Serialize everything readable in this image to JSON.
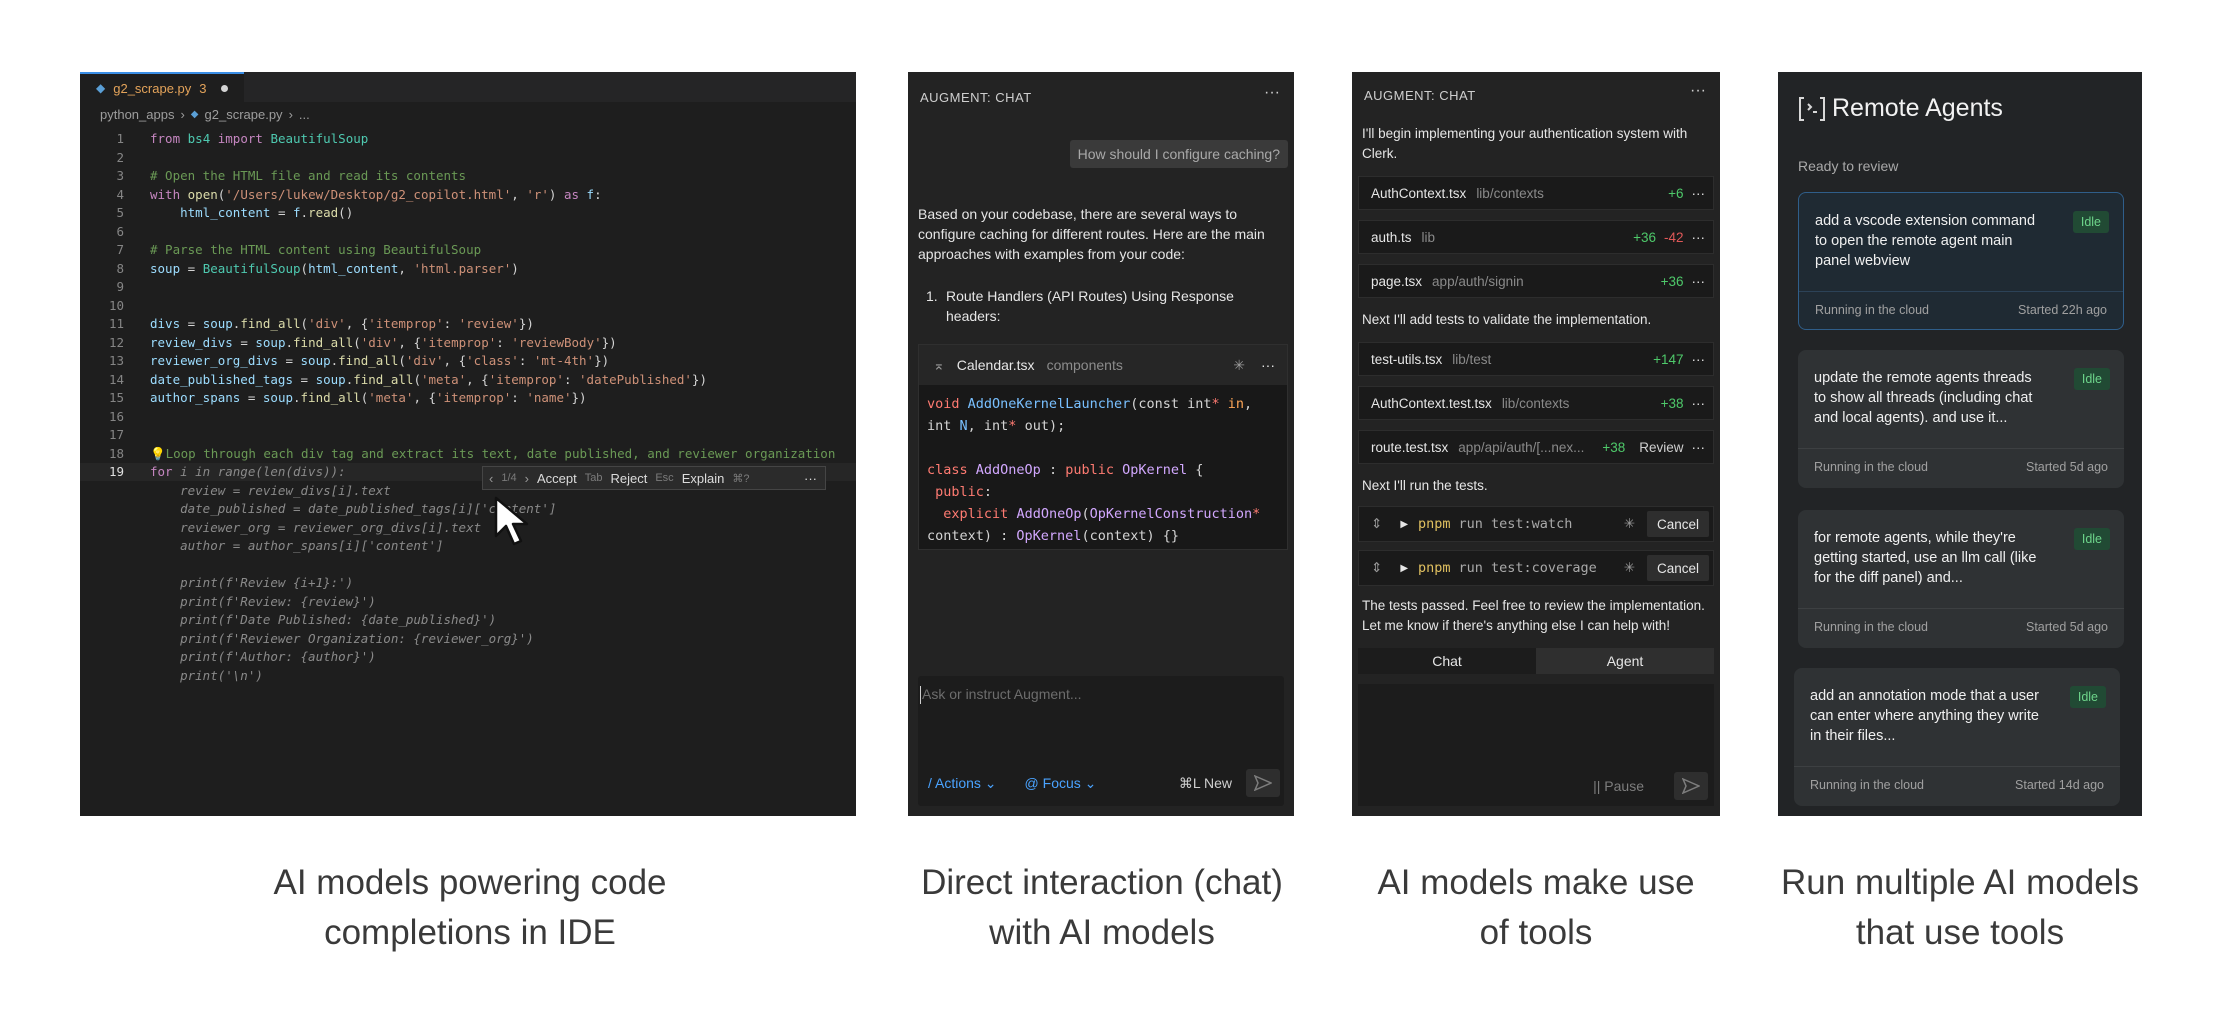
{
  "ide": {
    "tab": "g2_scrape.py",
    "tab_badge": "3",
    "breadcrumb": [
      "python_apps",
      "g2_scrape.py",
      "..."
    ],
    "lines": [
      {
        "n": "1",
        "segs": [
          [
            "kw",
            "from "
          ],
          [
            "cls",
            "bs4"
          ],
          [
            "kw",
            " import "
          ],
          [
            "cls",
            "BeautifulSoup"
          ]
        ]
      },
      {
        "n": "2",
        "segs": []
      },
      {
        "n": "3",
        "segs": [
          [
            "com",
            "# Open the HTML file and read its contents"
          ]
        ]
      },
      {
        "n": "4",
        "segs": [
          [
            "kw",
            "with "
          ],
          [
            "fn",
            "open"
          ],
          [
            "",
            "("
          ],
          [
            "str",
            "'/Users/lukew/Desktop/g2_copilot.html'"
          ],
          [
            "",
            ", "
          ],
          [
            "str",
            "'r'"
          ],
          [
            "",
            ") "
          ],
          [
            "kw",
            "as "
          ],
          [
            "var",
            "f"
          ],
          [
            "",
            ":"
          ]
        ]
      },
      {
        "n": "5",
        "segs": [
          [
            "",
            "    "
          ],
          [
            "var",
            "html_content"
          ],
          [
            "",
            " = "
          ],
          [
            "var",
            "f"
          ],
          [
            "",
            "."
          ],
          [
            "fn",
            "read"
          ],
          [
            "",
            "()"
          ]
        ]
      },
      {
        "n": "6",
        "segs": []
      },
      {
        "n": "7",
        "segs": [
          [
            "com",
            "# Parse the HTML content using BeautifulSoup"
          ]
        ]
      },
      {
        "n": "8",
        "segs": [
          [
            "var",
            "soup"
          ],
          [
            "",
            " = "
          ],
          [
            "cls",
            "BeautifulSoup"
          ],
          [
            "",
            "("
          ],
          [
            "var",
            "html_content"
          ],
          [
            "",
            ", "
          ],
          [
            "str",
            "'html.parser'"
          ],
          [
            "",
            ")"
          ]
        ]
      },
      {
        "n": "9",
        "segs": []
      },
      {
        "n": "10",
        "segs": []
      },
      {
        "n": "11",
        "segs": [
          [
            "var",
            "divs"
          ],
          [
            "",
            " = "
          ],
          [
            "var",
            "soup"
          ],
          [
            "",
            "."
          ],
          [
            "fn",
            "find_all"
          ],
          [
            "",
            "("
          ],
          [
            "str",
            "'div'"
          ],
          [
            "",
            ", {"
          ],
          [
            "str",
            "'itemprop'"
          ],
          [
            "",
            ": "
          ],
          [
            "str",
            "'review'"
          ],
          [
            "",
            "})"
          ]
        ]
      },
      {
        "n": "12",
        "segs": [
          [
            "var",
            "review_divs"
          ],
          [
            "",
            " = "
          ],
          [
            "var",
            "soup"
          ],
          [
            "",
            "."
          ],
          [
            "fn",
            "find_all"
          ],
          [
            "",
            "("
          ],
          [
            "str",
            "'div'"
          ],
          [
            "",
            ", {"
          ],
          [
            "str",
            "'itemprop'"
          ],
          [
            "",
            ": "
          ],
          [
            "str",
            "'reviewBody'"
          ],
          [
            "",
            "})"
          ]
        ]
      },
      {
        "n": "13",
        "segs": [
          [
            "var",
            "reviewer_org_divs"
          ],
          [
            "",
            " = "
          ],
          [
            "var",
            "soup"
          ],
          [
            "",
            "."
          ],
          [
            "fn",
            "find_all"
          ],
          [
            "",
            "("
          ],
          [
            "str",
            "'div'"
          ],
          [
            "",
            ", {"
          ],
          [
            "str",
            "'class'"
          ],
          [
            "",
            ": "
          ],
          [
            "str",
            "'mt-4th'"
          ],
          [
            "",
            "})"
          ]
        ]
      },
      {
        "n": "14",
        "segs": [
          [
            "var",
            "date_published_tags"
          ],
          [
            "",
            " = "
          ],
          [
            "var",
            "soup"
          ],
          [
            "",
            "."
          ],
          [
            "fn",
            "find_all"
          ],
          [
            "",
            "("
          ],
          [
            "str",
            "'meta'"
          ],
          [
            "",
            ", {"
          ],
          [
            "str",
            "'itemprop'"
          ],
          [
            "",
            ": "
          ],
          [
            "str",
            "'datePublished'"
          ],
          [
            "",
            "})"
          ]
        ]
      },
      {
        "n": "15",
        "segs": [
          [
            "var",
            "author_spans"
          ],
          [
            "",
            " = "
          ],
          [
            "var",
            "soup"
          ],
          [
            "",
            "."
          ],
          [
            "fn",
            "find_all"
          ],
          [
            "",
            "("
          ],
          [
            "str",
            "'meta'"
          ],
          [
            "",
            ", {"
          ],
          [
            "str",
            "'itemprop'"
          ],
          [
            "",
            ": "
          ],
          [
            "str",
            "'name'"
          ],
          [
            "",
            "})"
          ]
        ]
      },
      {
        "n": "16",
        "segs": []
      },
      {
        "n": "17",
        "segs": []
      },
      {
        "n": "18",
        "segs": [
          [
            "com",
            "💡Loop through each div tag and extract its text, date published, and reviewer organization"
          ]
        ]
      },
      {
        "n": "19",
        "segs": [
          [
            "kw",
            "for"
          ],
          [
            "ghost",
            " i in range(len(divs)):"
          ]
        ]
      },
      {
        "n": "",
        "segs": [
          [
            "ghost",
            "    review = review_divs[i].text"
          ]
        ]
      },
      {
        "n": "",
        "segs": [
          [
            "ghost",
            "    date_published = date_published_tags[i]['content']"
          ]
        ]
      },
      {
        "n": "",
        "segs": [
          [
            "ghost",
            "    reviewer_org = reviewer_org_divs[i].text"
          ]
        ]
      },
      {
        "n": "",
        "segs": [
          [
            "ghost",
            "    author = author_spans[i]['content']"
          ]
        ]
      },
      {
        "n": "",
        "segs": []
      },
      {
        "n": "",
        "segs": [
          [
            "ghost",
            "    print(f'Review {i+1}:')"
          ]
        ]
      },
      {
        "n": "",
        "segs": [
          [
            "ghost",
            "    print(f'Review: {review}')"
          ]
        ]
      },
      {
        "n": "",
        "segs": [
          [
            "ghost",
            "    print(f'Date Published: {date_published}')"
          ]
        ]
      },
      {
        "n": "",
        "segs": [
          [
            "ghost",
            "    print(f'Reviewer Organization: {reviewer_org}')"
          ]
        ]
      },
      {
        "n": "",
        "segs": [
          [
            "ghost",
            "    print(f'Author: {author}')"
          ]
        ]
      },
      {
        "n": "",
        "segs": [
          [
            "ghost",
            "    print('\\n')"
          ]
        ]
      }
    ],
    "suggestion": {
      "counter": "1/4",
      "accept": "Accept",
      "accept_key": "Tab",
      "reject": "Reject",
      "reject_key": "Esc",
      "explain": "Explain",
      "explain_key": "⌘?"
    }
  },
  "chat": {
    "title": "AUGMENT: CHAT",
    "user_message": "How should I configure caching?",
    "reply_intro": "Based on your codebase, there are several ways to configure caching for different routes. Here are the main approaches with examples from your code:",
    "list_item_1": "Route Handlers (API Routes) Using Response headers:",
    "code_file": "Calendar.tsx",
    "code_path": "components",
    "input_placeholder": "Ask or instruct Augment...",
    "actions_label": "/ Actions",
    "focus_label": "@ Focus",
    "new_label": "⌘L New"
  },
  "tools": {
    "title": "AUGMENT: CHAT",
    "intro": "I'll begin implementing your authentication system with Clerk.",
    "files1": [
      {
        "name": "AuthContext.tsx",
        "path": "lib/contexts",
        "add": "+6",
        "del": ""
      },
      {
        "name": "auth.ts",
        "path": "lib",
        "add": "+36",
        "del": "-42"
      },
      {
        "name": "page.tsx",
        "path": "app/auth/signin",
        "add": "+36",
        "del": ""
      }
    ],
    "mid_text": "Next I'll add tests to validate the implementation.",
    "files2": [
      {
        "name": "test-utils.tsx",
        "path": "lib/test",
        "add": "+147",
        "del": ""
      },
      {
        "name": "AuthContext.test.tsx",
        "path": "lib/contexts",
        "add": "+38",
        "del": ""
      },
      {
        "name": "route.test.tsx",
        "path": "app/api/auth/[...nex...",
        "add": "+38",
        "del": "",
        "extra": "Review"
      }
    ],
    "run_text": "Next I'll run the tests.",
    "commands": [
      {
        "cmd": "pnpm",
        "args": "run test:watch",
        "btn": "Cancel"
      },
      {
        "cmd": "pnpm",
        "args": "run test:coverage",
        "btn": "Cancel"
      }
    ],
    "done_text": "The tests passed. Feel free to review the implementation. Let me know if there's anything else I can help with!",
    "tab_chat": "Chat",
    "tab_agent": "Agent",
    "pause_label": "Pause"
  },
  "remote": {
    "title": "Remote Agents",
    "subtitle": "Ready to review",
    "agents": [
      {
        "title": "add a vscode extension command to open the remote agent main panel webview",
        "status": "Idle",
        "location": "Running in the cloud",
        "started": "Started 22h ago"
      },
      {
        "title": "update the remote agents threads to show all threads (including chat and local agents). and use it...",
        "status": "Idle",
        "location": "Running in the cloud",
        "started": "Started 5d ago"
      },
      {
        "title": "for remote agents, while they're getting started, use an llm call (like for the diff panel) and...",
        "status": "Idle",
        "location": "Running in the cloud",
        "started": "Started 5d ago"
      },
      {
        "title": "add an annotation mode that a user can enter where anything they write in their files...",
        "status": "Idle",
        "location": "Running in the cloud",
        "started": "Started 14d ago"
      }
    ]
  },
  "captions": [
    "AI models powering code completions in IDE",
    "Direct interaction (chat) with AI models",
    "AI models make use of tools",
    "Run multiple AI models that use tools"
  ],
  "colors": {
    "accent_blue": "#4aa3ff",
    "added_green": "#4ec96a",
    "removed_red": "#e05858",
    "idle_badge": "#6dd48a"
  },
  "icons": [
    "python-file-icon",
    "chevron-right-icon",
    "cursor-arrow-icon",
    "more-icon",
    "collapse-icon",
    "spinner-icon",
    "send-icon",
    "play-icon",
    "expand-icon",
    "remote-agents-icon"
  ]
}
